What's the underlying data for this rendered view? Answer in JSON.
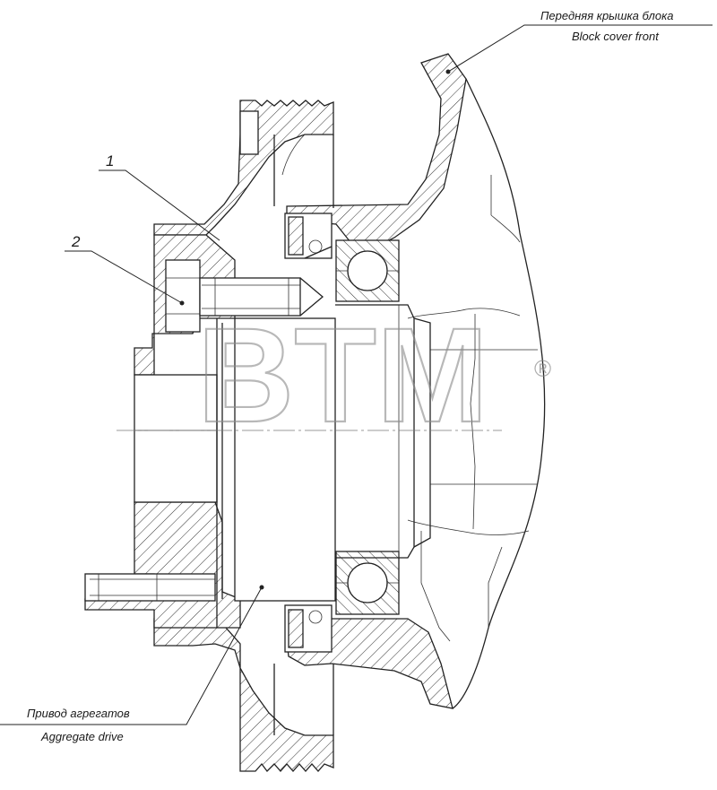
{
  "labels": {
    "block_cover_ru": "Передняя крышка блока",
    "block_cover_en": "Block cover front",
    "aggregate_drive_ru": "Привод агрегатов",
    "aggregate_drive_en": "Aggregate drive",
    "callout_1": "1",
    "callout_2": "2"
  },
  "watermark": {
    "text": "BTM",
    "registered_mark": "®"
  },
  "colors": {
    "line": "#222222",
    "watermark": "#8a8a8a",
    "background": "#ffffff"
  }
}
